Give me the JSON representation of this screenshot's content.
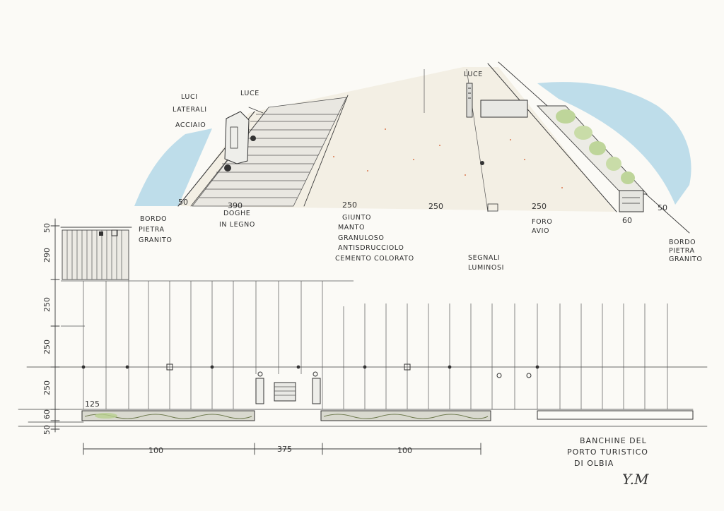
{
  "perspective": {
    "labels": {
      "luci_laterali": [
        "LUCI",
        "LATERALI",
        "ACCIAIO"
      ],
      "luce_left": "LUCE",
      "luce_right": "LUCE",
      "doghe": [
        "DOGHE",
        "IN LEGNO"
      ],
      "giunto": [
        "GIUNTO",
        "MANTO",
        "GRANULOSO",
        "ANTISDRUCCIOLO",
        "CEMENTO COLORATO"
      ],
      "foro_avio": [
        "FORO",
        "AVIO"
      ],
      "segnali": [
        "SEGNALI",
        "LUMINOSI"
      ],
      "bordo_left": [
        "BORDO",
        "PIETRA",
        "GRANITO"
      ],
      "bordo_right": [
        "BORDO",
        "PIETRA",
        "GRANITO"
      ]
    },
    "dimensions": [
      "50",
      "390",
      "250",
      "250",
      "250",
      "60",
      "50"
    ]
  },
  "plan": {
    "vertical_dims": [
      "50",
      "290",
      "250",
      "250",
      "250",
      "60",
      "50"
    ],
    "bench_dim": "125",
    "bottom_dims": [
      "100",
      "375",
      "100"
    ]
  },
  "title": [
    "BANCHINE DEL",
    "PORTO TURISTICO",
    "DI OLBIA"
  ],
  "signature": "Y.M"
}
